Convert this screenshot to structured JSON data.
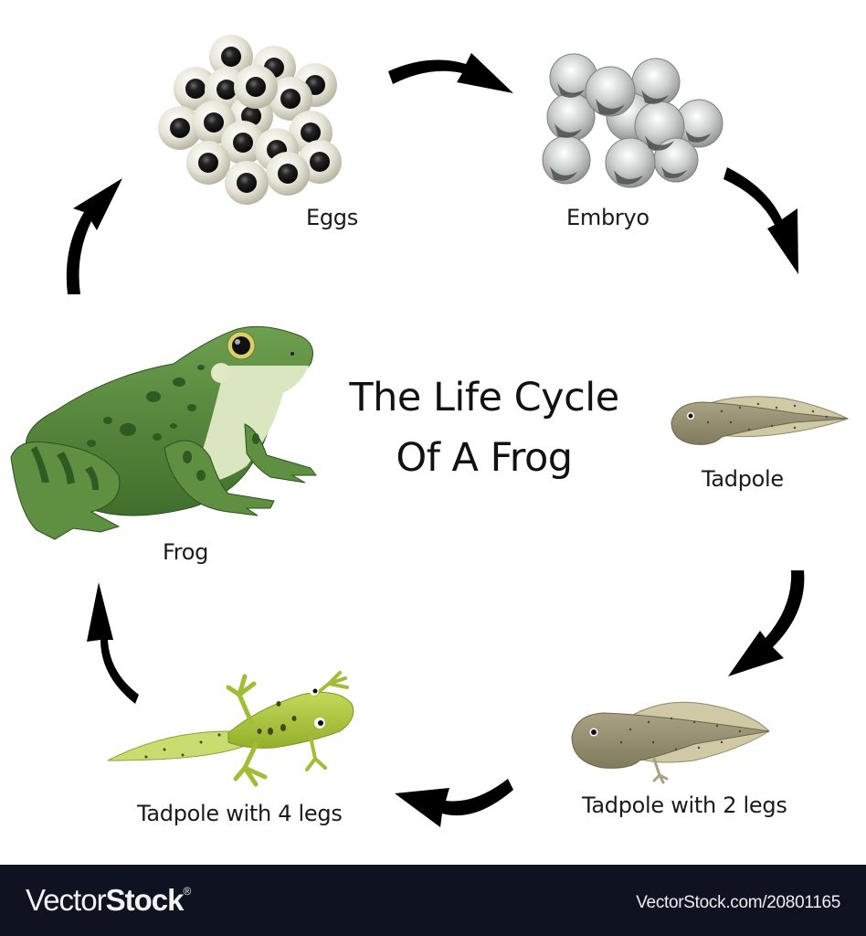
{
  "diagram": {
    "title_line1": "The Life Cycle",
    "title_line2": "Of A Frog",
    "stages": [
      {
        "id": "eggs",
        "label": "Eggs"
      },
      {
        "id": "embryo",
        "label": "Embryo"
      },
      {
        "id": "tadpole",
        "label": "Tadpole"
      },
      {
        "id": "tadpole-2-legs",
        "label": "Tadpole with 2 legs"
      },
      {
        "id": "tadpole-4-legs",
        "label": "Tadpole with 4 legs"
      },
      {
        "id": "frog",
        "label": "Frog"
      }
    ],
    "flow": [
      "Eggs",
      "Embryo",
      "Tadpole",
      "Tadpole with 2 legs",
      "Tadpole with 4 legs",
      "Frog",
      "Eggs"
    ],
    "colors": {
      "arrow": "#000000",
      "frog_body": "#5a8a3c",
      "frog_belly": "#d9e6bf",
      "tadpole": "#9a9272",
      "tadpole_fin": "#cfc9a6",
      "young_frog": "#a8c43a",
      "egg_shell": "#e8e6da",
      "egg_core": "#1e1e1e",
      "embryo": "#c9cccb",
      "footer_bg": "#0f1220"
    }
  },
  "footer": {
    "brand_light": "Vector",
    "brand_bold": "Stock",
    "brand_mark": "®",
    "url": "VectorStock.com/20801165"
  }
}
